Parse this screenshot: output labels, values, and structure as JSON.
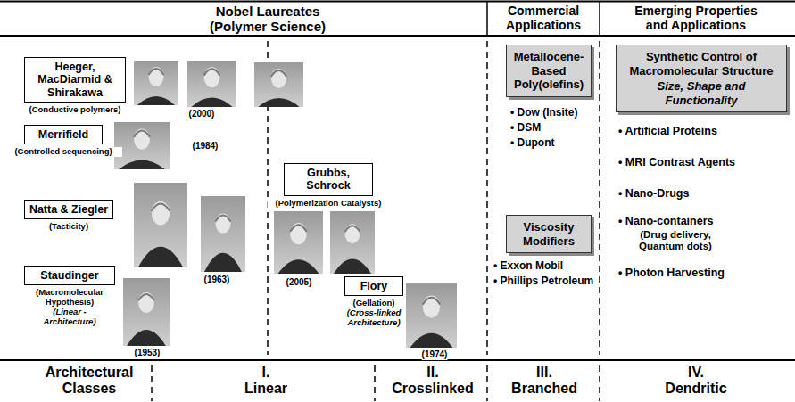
{
  "diagram": {
    "nodes": [
      {
        "text": [
          "Heeger, MacDiarmid & Shirakawa",
          "(Conductive polymers)"
        ]
      },
      {
        "text": [
          "Merrifield",
          "(Controlled sequencing)"
        ]
      },
      {
        "text": [
          "Natta & Ziegler",
          "(Tacticity)"
        ]
      },
      {
        "text": [
          "Staudinger",
          "(Macromolecular Hypothesis)",
          "(Linear - Architecture)"
        ]
      },
      {
        "text": [
          "Grubbs, Schrock",
          "(Polymerization Catalysts)"
        ]
      },
      {
        "text": [
          "Flory",
          "(Gellation)",
          "(Cross-linked Architecture)"
        ]
      },
      {
        "text": [
          "Metallocene-Based Poly(olefins)"
        ]
      },
      {
        "text": [
          "Viscosity Modifiers"
        ]
      },
      {
        "text": [
          "Synthetic Control of Macromolecular Structure",
          "Size, Shape and Functionality"
        ]
      }
    ],
    "labels": [
      "Nobel Laureates (Polymer Science)",
      "Commercial Applications",
      "Emerging Properties and Applications",
      "(2000)",
      "(1984)",
      "(1963)",
      "(1953)",
      "(2005)",
      "(1974)",
      "• Dow (Insite)",
      "• DSM",
      "• Dupont",
      "• Exxon Mobil",
      "• Phillips Petroleum",
      "• Artificial Proteins",
      "• MRI Contrast Agents",
      "• Nano-Drugs",
      "• Nano-containers",
      "(Drug delivery, Quantum dots)",
      "• Photon Harvesting",
      "Architectural Classes",
      "I. Linear",
      "II. Crosslinked",
      "III. Branched",
      "IV. Dendritic"
    ]
  }
}
